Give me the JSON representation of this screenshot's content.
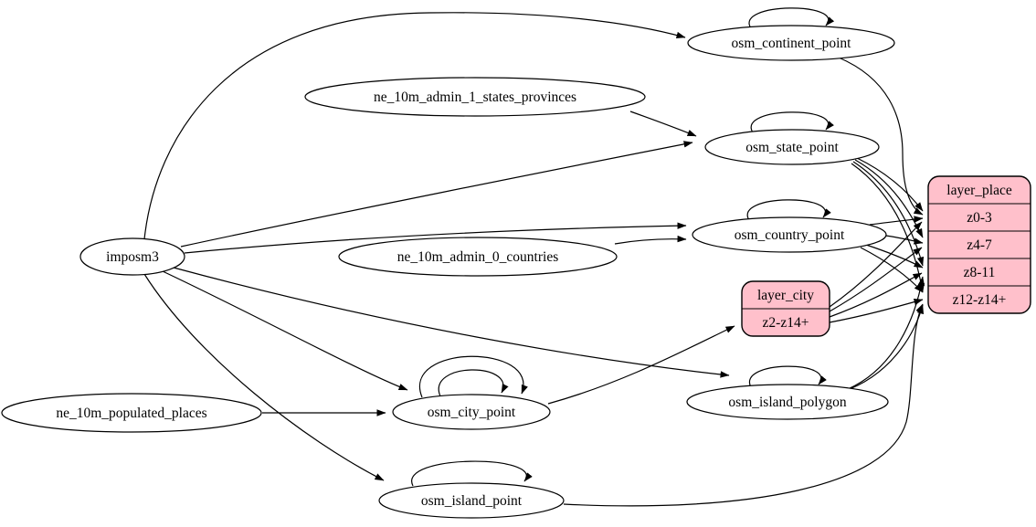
{
  "diagram": {
    "kind": "graphviz-etl-diagram",
    "background": "#ffffff",
    "colors": {
      "record_fill": "#ffc0cb",
      "ellipse_fill": "#ffffff",
      "stroke": "#000000",
      "text": "#000000"
    }
  },
  "nodes": {
    "imposm3": {
      "label": "imposm3",
      "shape": "ellipse"
    },
    "ne_10m_admin_1_states_provinces": {
      "label": "ne_10m_admin_1_states_provinces",
      "shape": "ellipse"
    },
    "ne_10m_admin_0_countries": {
      "label": "ne_10m_admin_0_countries",
      "shape": "ellipse"
    },
    "ne_10m_populated_places": {
      "label": "ne_10m_populated_places",
      "shape": "ellipse"
    },
    "osm_continent_point": {
      "label": "osm_continent_point",
      "shape": "ellipse"
    },
    "osm_state_point": {
      "label": "osm_state_point",
      "shape": "ellipse"
    },
    "osm_country_point": {
      "label": "osm_country_point",
      "shape": "ellipse"
    },
    "osm_city_point": {
      "label": "osm_city_point",
      "shape": "ellipse"
    },
    "osm_island_polygon": {
      "label": "osm_island_polygon",
      "shape": "ellipse"
    },
    "osm_island_point": {
      "label": "osm_island_point",
      "shape": "ellipse"
    }
  },
  "records": {
    "layer_place": {
      "title": "layer_place",
      "rows": [
        "z0-3",
        "z4-7",
        "z8-11",
        "z12-z14+"
      ]
    },
    "layer_city": {
      "title": "layer_city",
      "rows": [
        "z2-z14+"
      ]
    }
  },
  "edges": [
    {
      "from": "imposm3",
      "to": "osm_continent_point"
    },
    {
      "from": "imposm3",
      "to": "osm_state_point"
    },
    {
      "from": "imposm3",
      "to": "osm_country_point"
    },
    {
      "from": "imposm3",
      "to": "osm_city_point"
    },
    {
      "from": "imposm3",
      "to": "osm_island_polygon"
    },
    {
      "from": "imposm3",
      "to": "osm_island_point"
    },
    {
      "from": "ne_10m_admin_1_states_provinces",
      "to": "osm_state_point"
    },
    {
      "from": "ne_10m_admin_0_countries",
      "to": "osm_country_point"
    },
    {
      "from": "ne_10m_populated_places",
      "to": "osm_city_point"
    },
    {
      "from": "osm_continent_point",
      "to": "osm_continent_point"
    },
    {
      "from": "osm_state_point",
      "to": "osm_state_point"
    },
    {
      "from": "osm_country_point",
      "to": "osm_country_point"
    },
    {
      "from": "osm_city_point",
      "to": "osm_city_point"
    },
    {
      "from": "osm_city_point",
      "to": "osm_city_point"
    },
    {
      "from": "osm_island_polygon",
      "to": "osm_island_polygon"
    },
    {
      "from": "osm_island_point",
      "to": "osm_island_point"
    },
    {
      "from": "osm_continent_point",
      "to": "layer_place:z0-3"
    },
    {
      "from": "osm_state_point",
      "to": "layer_place:z0-3"
    },
    {
      "from": "osm_state_point",
      "to": "layer_place:z4-7"
    },
    {
      "from": "osm_state_point",
      "to": "layer_place:z8-11"
    },
    {
      "from": "osm_state_point",
      "to": "layer_place:z12-z14+"
    },
    {
      "from": "osm_country_point",
      "to": "layer_place:z0-3"
    },
    {
      "from": "osm_country_point",
      "to": "layer_place:z4-7"
    },
    {
      "from": "osm_country_point",
      "to": "layer_place:z8-11"
    },
    {
      "from": "osm_country_point",
      "to": "layer_place:z12-z14+"
    },
    {
      "from": "osm_city_point",
      "to": "layer_city:z2-z14+"
    },
    {
      "from": "layer_city:z2-z14+",
      "to": "layer_place:z0-3"
    },
    {
      "from": "layer_city:z2-z14+",
      "to": "layer_place:z4-7"
    },
    {
      "from": "layer_city:z2-z14+",
      "to": "layer_place:z8-11"
    },
    {
      "from": "layer_city:z2-z14+",
      "to": "layer_place:z12-z14+"
    },
    {
      "from": "osm_island_polygon",
      "to": "layer_place:z8-11"
    },
    {
      "from": "osm_island_polygon",
      "to": "layer_place:z12-z14+"
    },
    {
      "from": "osm_island_point",
      "to": "layer_place:z12-z14+"
    }
  ]
}
